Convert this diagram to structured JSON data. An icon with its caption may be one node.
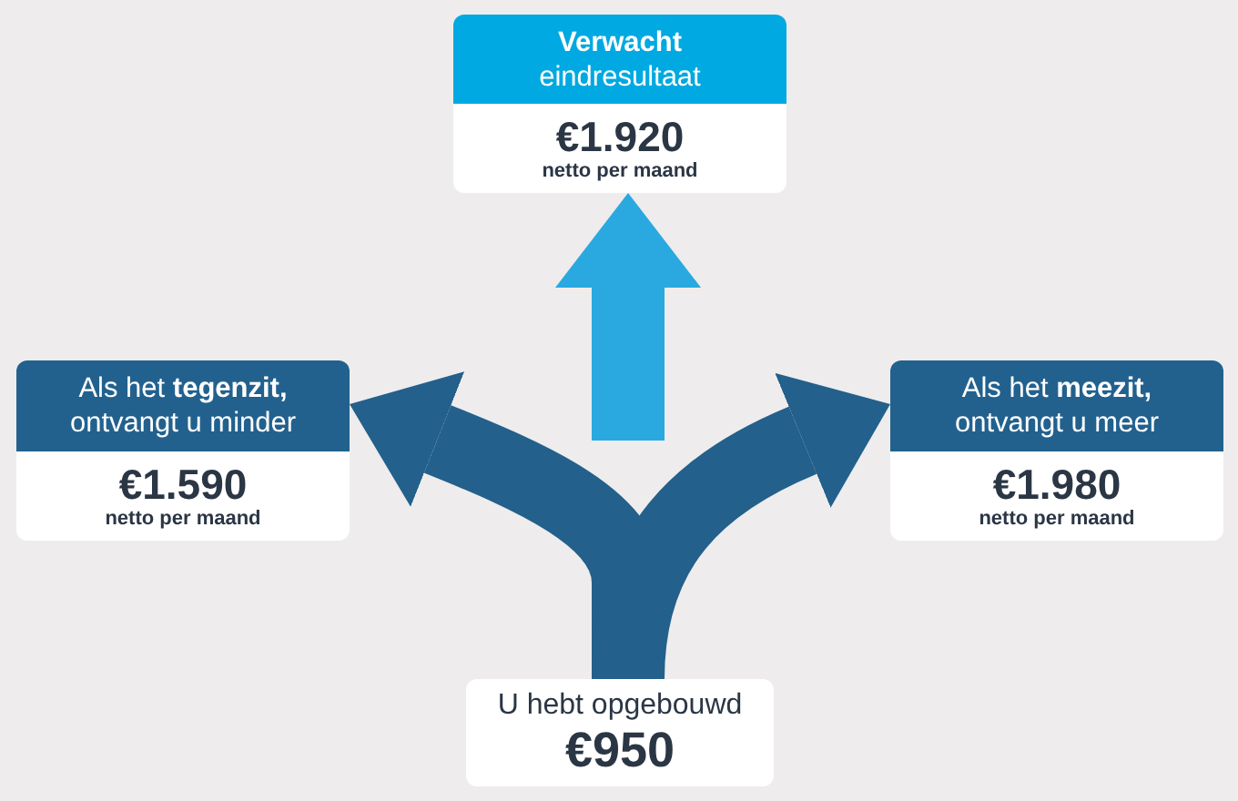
{
  "diagram": {
    "nodes": [
      {
        "text": [
          "**Verwacht** eindresultaat",
          "€1.920",
          "netto per maand"
        ]
      },
      {
        "text": [
          "Als het **tegenzit,** ontvangt u minder",
          "€1.590",
          "netto per maand"
        ]
      },
      {
        "text": [
          "Als het **meezit,** ontvangt u meer",
          "€1.980",
          "netto per maand"
        ]
      },
      {
        "text": [
          "U hebt opgebouwd",
          "€950"
        ]
      }
    ],
    "edges": [
      {
        "from": null,
        "to": 0,
        "arrow": "to",
        "color": "#29a9df"
      },
      {
        "from": 3,
        "to": 1,
        "arrow": "to"
      },
      {
        "from": 3,
        "to": 2,
        "arrow": "to"
      }
    ]
  }
}
